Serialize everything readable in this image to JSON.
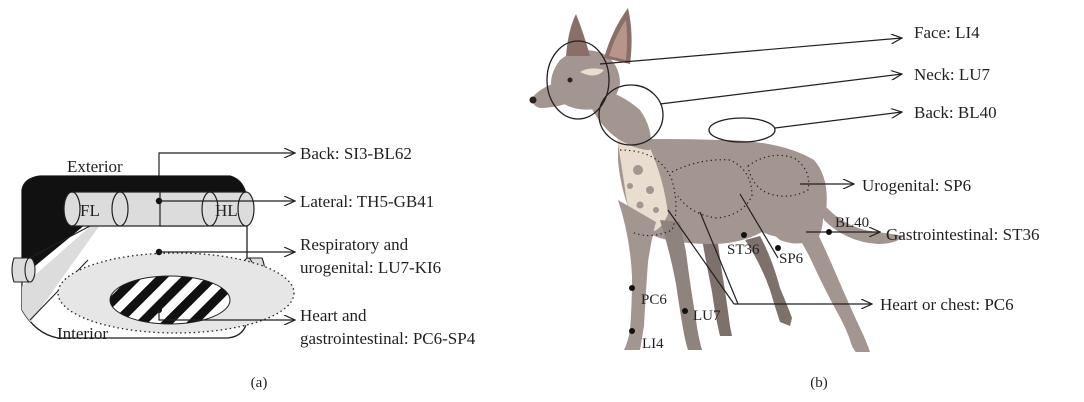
{
  "panel_a": {
    "caption": "(a)",
    "exterior": "Exterior",
    "interior": "Interior",
    "fl": "FL",
    "hl": "HL",
    "labels": {
      "back": "Back: SI3-BL62",
      "lateral": "Lateral: TH5-GB41",
      "resp_line1": "Respiratory and",
      "resp_line2": "urogenital: LU7-KI6",
      "heart_line1": "Heart and",
      "heart_line2": "gastrointestinal: PC6-SP4"
    }
  },
  "panel_b": {
    "caption": "(b)",
    "labels": {
      "face": "Face: LI4",
      "neck": "Neck: LU7",
      "back": "Back: BL40",
      "urogenital": "Urogenital: SP6",
      "gastro": "Gastrointestinal: ST36",
      "heart": "Heart or chest: PC6"
    },
    "points": {
      "bl40": "BL40",
      "st36": "ST36",
      "sp6": "SP6",
      "pc6": "PC6",
      "lu7": "LU7",
      "li4": "LI4"
    }
  },
  "colors": {
    "line": "#231f20",
    "dog_fur": "#a39690",
    "dog_dark": "#7e716c",
    "dog_light": "#e9ddcf",
    "ear": "#8a6f68"
  }
}
